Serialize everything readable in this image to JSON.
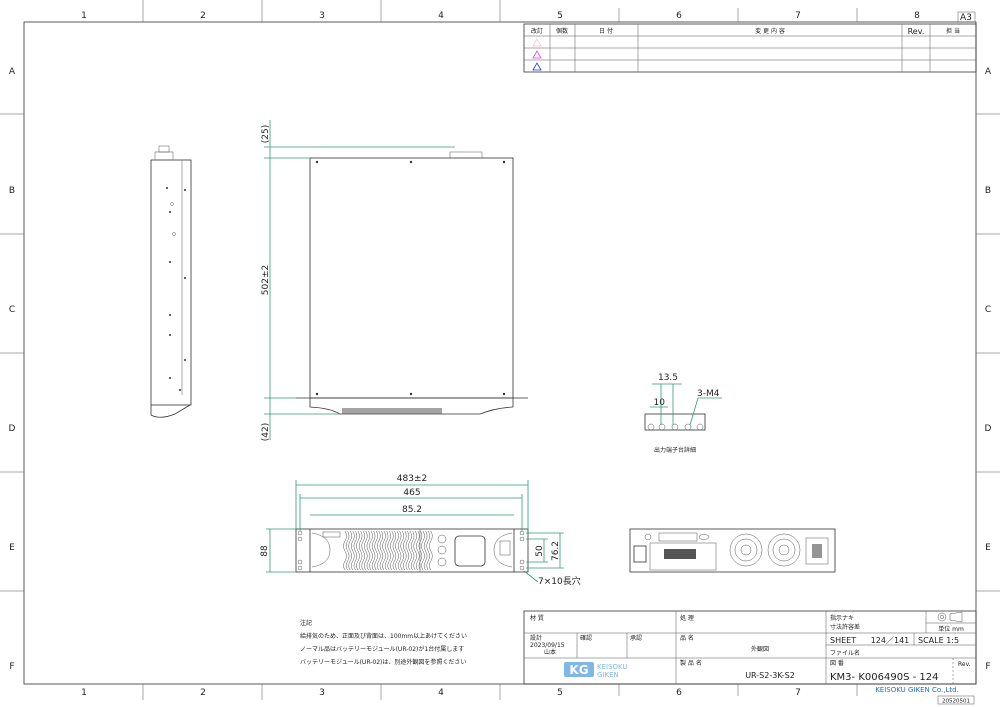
{
  "sheet_size": "A3",
  "zones": {
    "columns": [
      "1",
      "2",
      "3",
      "4",
      "5",
      "6",
      "7",
      "8"
    ],
    "rows": [
      "A",
      "B",
      "C",
      "D",
      "E",
      "F"
    ]
  },
  "revision_table": {
    "headers": [
      "改訂",
      "個数",
      "日 付",
      "変 更 内 容",
      "Rev.",
      "担 当"
    ],
    "rows": [
      {
        "mark_color": "#f4c6d8"
      },
      {
        "mark_color": "#e040e0"
      },
      {
        "mark_color": "#2040c0"
      }
    ]
  },
  "dimensions": {
    "top_view": {
      "rear_protrusion": "(25)",
      "depth": "502±2",
      "front_protrusion": "(42)"
    },
    "front_view": {
      "overall_width": "483±2",
      "mount_pitch": "465",
      "body_width": "85.2",
      "height": "88",
      "hole_pitch_inner": "50",
      "hole_pitch_outer": "76.2",
      "slot": "7×10長穴"
    },
    "terminal": {
      "pitch_a": "13.5",
      "pitch_b": "10",
      "screw": "3-M4",
      "caption": "出力端子台詳細"
    }
  },
  "notes": {
    "heading": "注記",
    "lines": [
      "給排気のため、正面及び背面は、100mm以上あけてください",
      "ノーマル品はバッテリーモジュール(UR-02)が1台付属します",
      "バッテリーモジュール(UR-02)は、別途外観図を参照ください"
    ]
  },
  "title_block": {
    "material_label": "材 質",
    "treatment_label": "処 理",
    "tolerance_label_1": "指示ナキ",
    "tolerance_label_2": "寸法許容差",
    "unit": "単位 mm",
    "design_label": "設計",
    "design_date": "2023/09/15",
    "designer": "山本",
    "check_label": "確認",
    "approve_label": "承認",
    "part_name_label": "品 名",
    "part_name": "外観図",
    "sheet_label": "SHEET",
    "sheet": "124／141",
    "scale": "SCALE 1:5",
    "file_name_label": "ファイル名",
    "product_name_label": "製 品 名",
    "product_name": "UR-S2-3K-S2",
    "drawing_no_label": "図 番",
    "drawing_no": "KM3- K006490S - 124",
    "rev_label": "Rev.",
    "logo_letters": "KG",
    "logo_text_1": "KEISOKU",
    "logo_text_2": "GIKEN",
    "logo_color": "#7fb8e6"
  },
  "company": "KEISOKU GIKEN Co.,Ltd.",
  "form_code": "20520501",
  "colors": {
    "dimension": "#2f9e73",
    "company": "#1a6fd0"
  }
}
